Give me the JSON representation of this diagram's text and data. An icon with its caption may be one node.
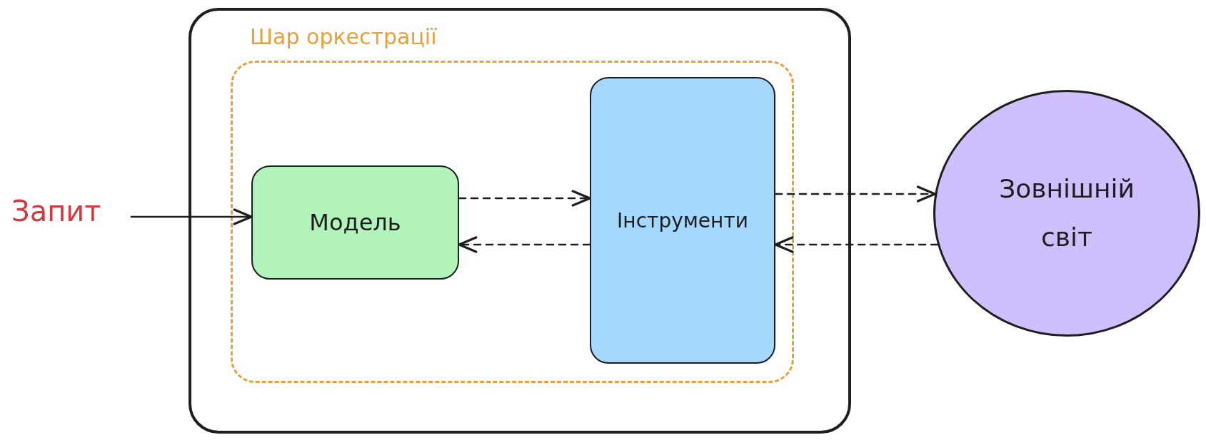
{
  "diagram": {
    "nodes": [
      {
        "text": [
          "Запит"
        ]
      },
      {
        "text": [],
        "shape": "box"
      },
      {
        "text": [
          "Шар оркестрації"
        ],
        "in": 1
      },
      {
        "text": [
          "Модель"
        ],
        "in": 2
      },
      {
        "text": [
          "Інструменти"
        ],
        "in": 2
      },
      {
        "text": [
          "Зовнішній світ"
        ]
      }
    ],
    "edges": [
      {
        "from": 0,
        "to": 3,
        "arrow": "to"
      },
      {
        "from": 3,
        "to": 4,
        "arrow": "to",
        "style": "dashed"
      },
      {
        "from": 4,
        "to": 3,
        "arrow": "to",
        "style": "dashed"
      },
      {
        "from": 4,
        "to": 5,
        "arrow": "to",
        "style": "dashed"
      },
      {
        "from": 5,
        "to": 4,
        "arrow": "to",
        "style": "dashed"
      }
    ]
  }
}
